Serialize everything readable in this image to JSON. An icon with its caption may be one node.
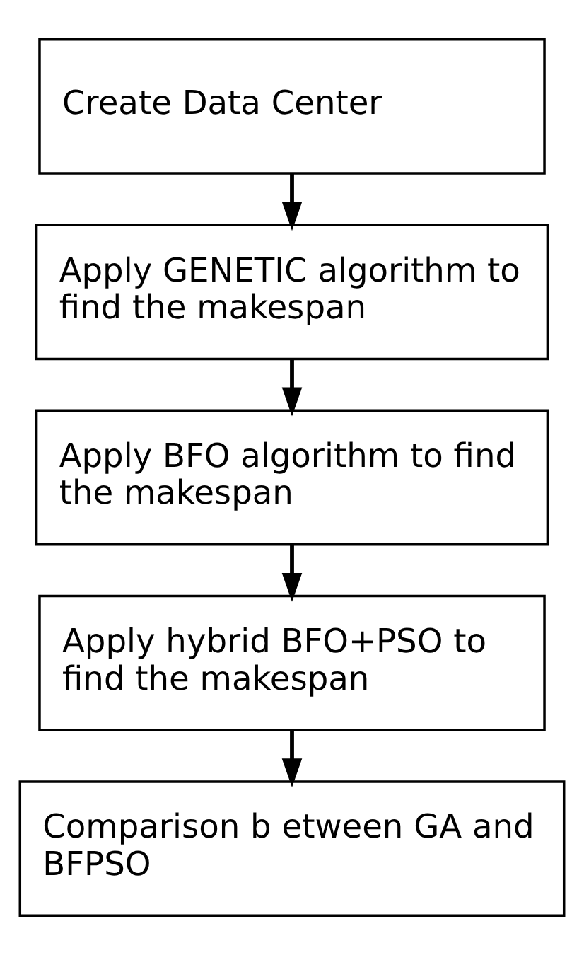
{
  "diagram": {
    "nodes": [
      {
        "text": [
          "Create Data Center"
        ]
      },
      {
        "text": [
          "Apply GENETIC algorithm to find the makespan"
        ]
      },
      {
        "text": [
          "Apply BFO algorithm to find the makespan"
        ]
      },
      {
        "text": [
          "Apply hybrid BFO+PSO to find the makespan"
        ]
      },
      {
        "text": [
          "Comparison b etween GA and BFPSO"
        ]
      }
    ],
    "edges": [
      {
        "from": 0,
        "to": 1,
        "arrow": "to"
      },
      {
        "from": 1,
        "to": 2,
        "arrow": "to"
      },
      {
        "from": 2,
        "to": 3,
        "arrow": "to"
      },
      {
        "from": 3,
        "to": 4,
        "arrow": "to"
      }
    ]
  }
}
